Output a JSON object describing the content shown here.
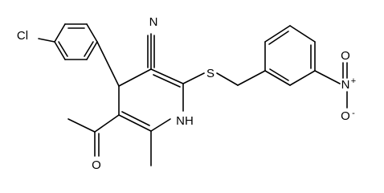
{
  "structure": {
    "atoms": {
      "chlorine": "Cl",
      "nitrile_nitrogen": "N",
      "thioether_sulfur": "S",
      "ring_nh": "NH",
      "acetyl_oxygen": "O",
      "nitro_nitrogen": "N",
      "nitro_plus": "+",
      "nitro_oxygen_top": "O",
      "nitro_oxygen_minus": "O",
      "nitro_minus": "-"
    }
  }
}
